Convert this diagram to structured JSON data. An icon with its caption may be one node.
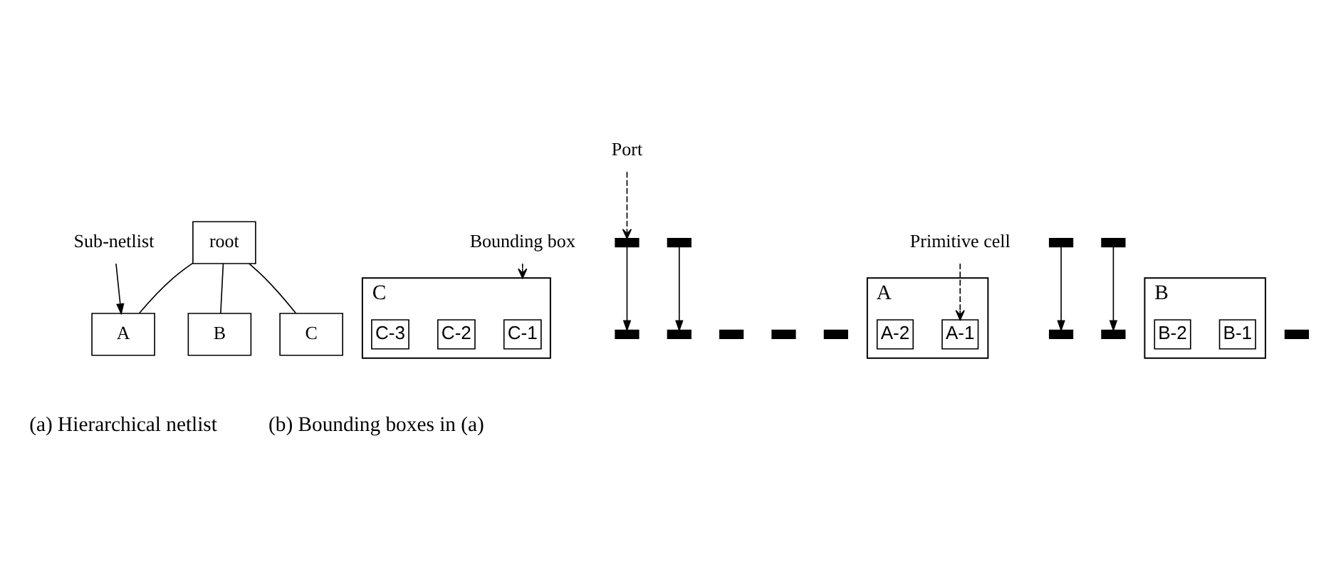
{
  "diagram": {
    "nodes": [
      {
        "text": [
          "root"
        ]
      },
      {
        "text": [
          "A"
        ]
      },
      {
        "text": [
          "B"
        ]
      },
      {
        "text": [
          "C"
        ]
      },
      {
        "text": [
          "Sub-netlist"
        ]
      },
      {
        "text": [
          "Bounding box"
        ]
      },
      {
        "text": [
          "Port"
        ]
      },
      {
        "text": [
          "C"
        ]
      },
      {
        "text": [
          "C-1"
        ],
        "in": 7
      },
      {
        "text": [
          "C-2"
        ],
        "in": 7
      },
      {
        "text": [
          "C-3"
        ],
        "in": 7
      },
      {
        "text": [],
        "shape": "bar"
      },
      {
        "text": [],
        "shape": "bar"
      },
      {
        "text": [],
        "shape": "bar"
      },
      {
        "text": [],
        "shape": "bar"
      },
      {
        "text": [],
        "shape": "bar"
      },
      {
        "text": [
          "Primitive cell"
        ]
      },
      {
        "text": [
          "A"
        ]
      },
      {
        "text": [
          "A-1"
        ],
        "in": 17
      },
      {
        "text": [
          "A-2"
        ],
        "in": 17
      },
      {
        "text": [],
        "shape": "bar"
      },
      {
        "text": [],
        "shape": "bar"
      },
      {
        "text": [],
        "shape": "bar"
      },
      {
        "text": [
          "B"
        ]
      },
      {
        "text": [
          "B-1"
        ],
        "in": 23
      },
      {
        "text": [
          "B-2"
        ],
        "in": 23
      },
      {
        "text": [],
        "shape": "bar"
      },
      {
        "text": [],
        "shape": "bar"
      },
      {
        "text": [],
        "shape": "bar"
      },
      {
        "text": [],
        "shape": "bar"
      }
    ],
    "edges": [
      {
        "from": 0,
        "to": 1,
        "arrow": "none"
      },
      {
        "from": 0,
        "to": 2,
        "arrow": "none"
      },
      {
        "from": 0,
        "to": 3,
        "arrow": "none"
      },
      {
        "from": 4,
        "to": 1,
        "arrow": "to"
      },
      {
        "from": 5,
        "to": 7,
        "arrow": "to",
        "style": "dashed"
      },
      {
        "from": 6,
        "to": 13,
        "arrow": "to",
        "style": "dashed"
      },
      {
        "from": 16,
        "to": 18,
        "arrow": "to",
        "style": "dashed"
      },
      {
        "from": 11,
        "to": 20,
        "arrow": "to"
      },
      {
        "from": 13,
        "to": 26,
        "arrow": "to"
      },
      {
        "from": 21,
        "to": 28,
        "arrow": "to"
      },
      {
        "from": 29,
        "to": 22,
        "arrow": "to"
      }
    ],
    "labels": [
      "(a) Hierarchical netlist",
      "(b) Bounding boxes in (a)"
    ]
  }
}
